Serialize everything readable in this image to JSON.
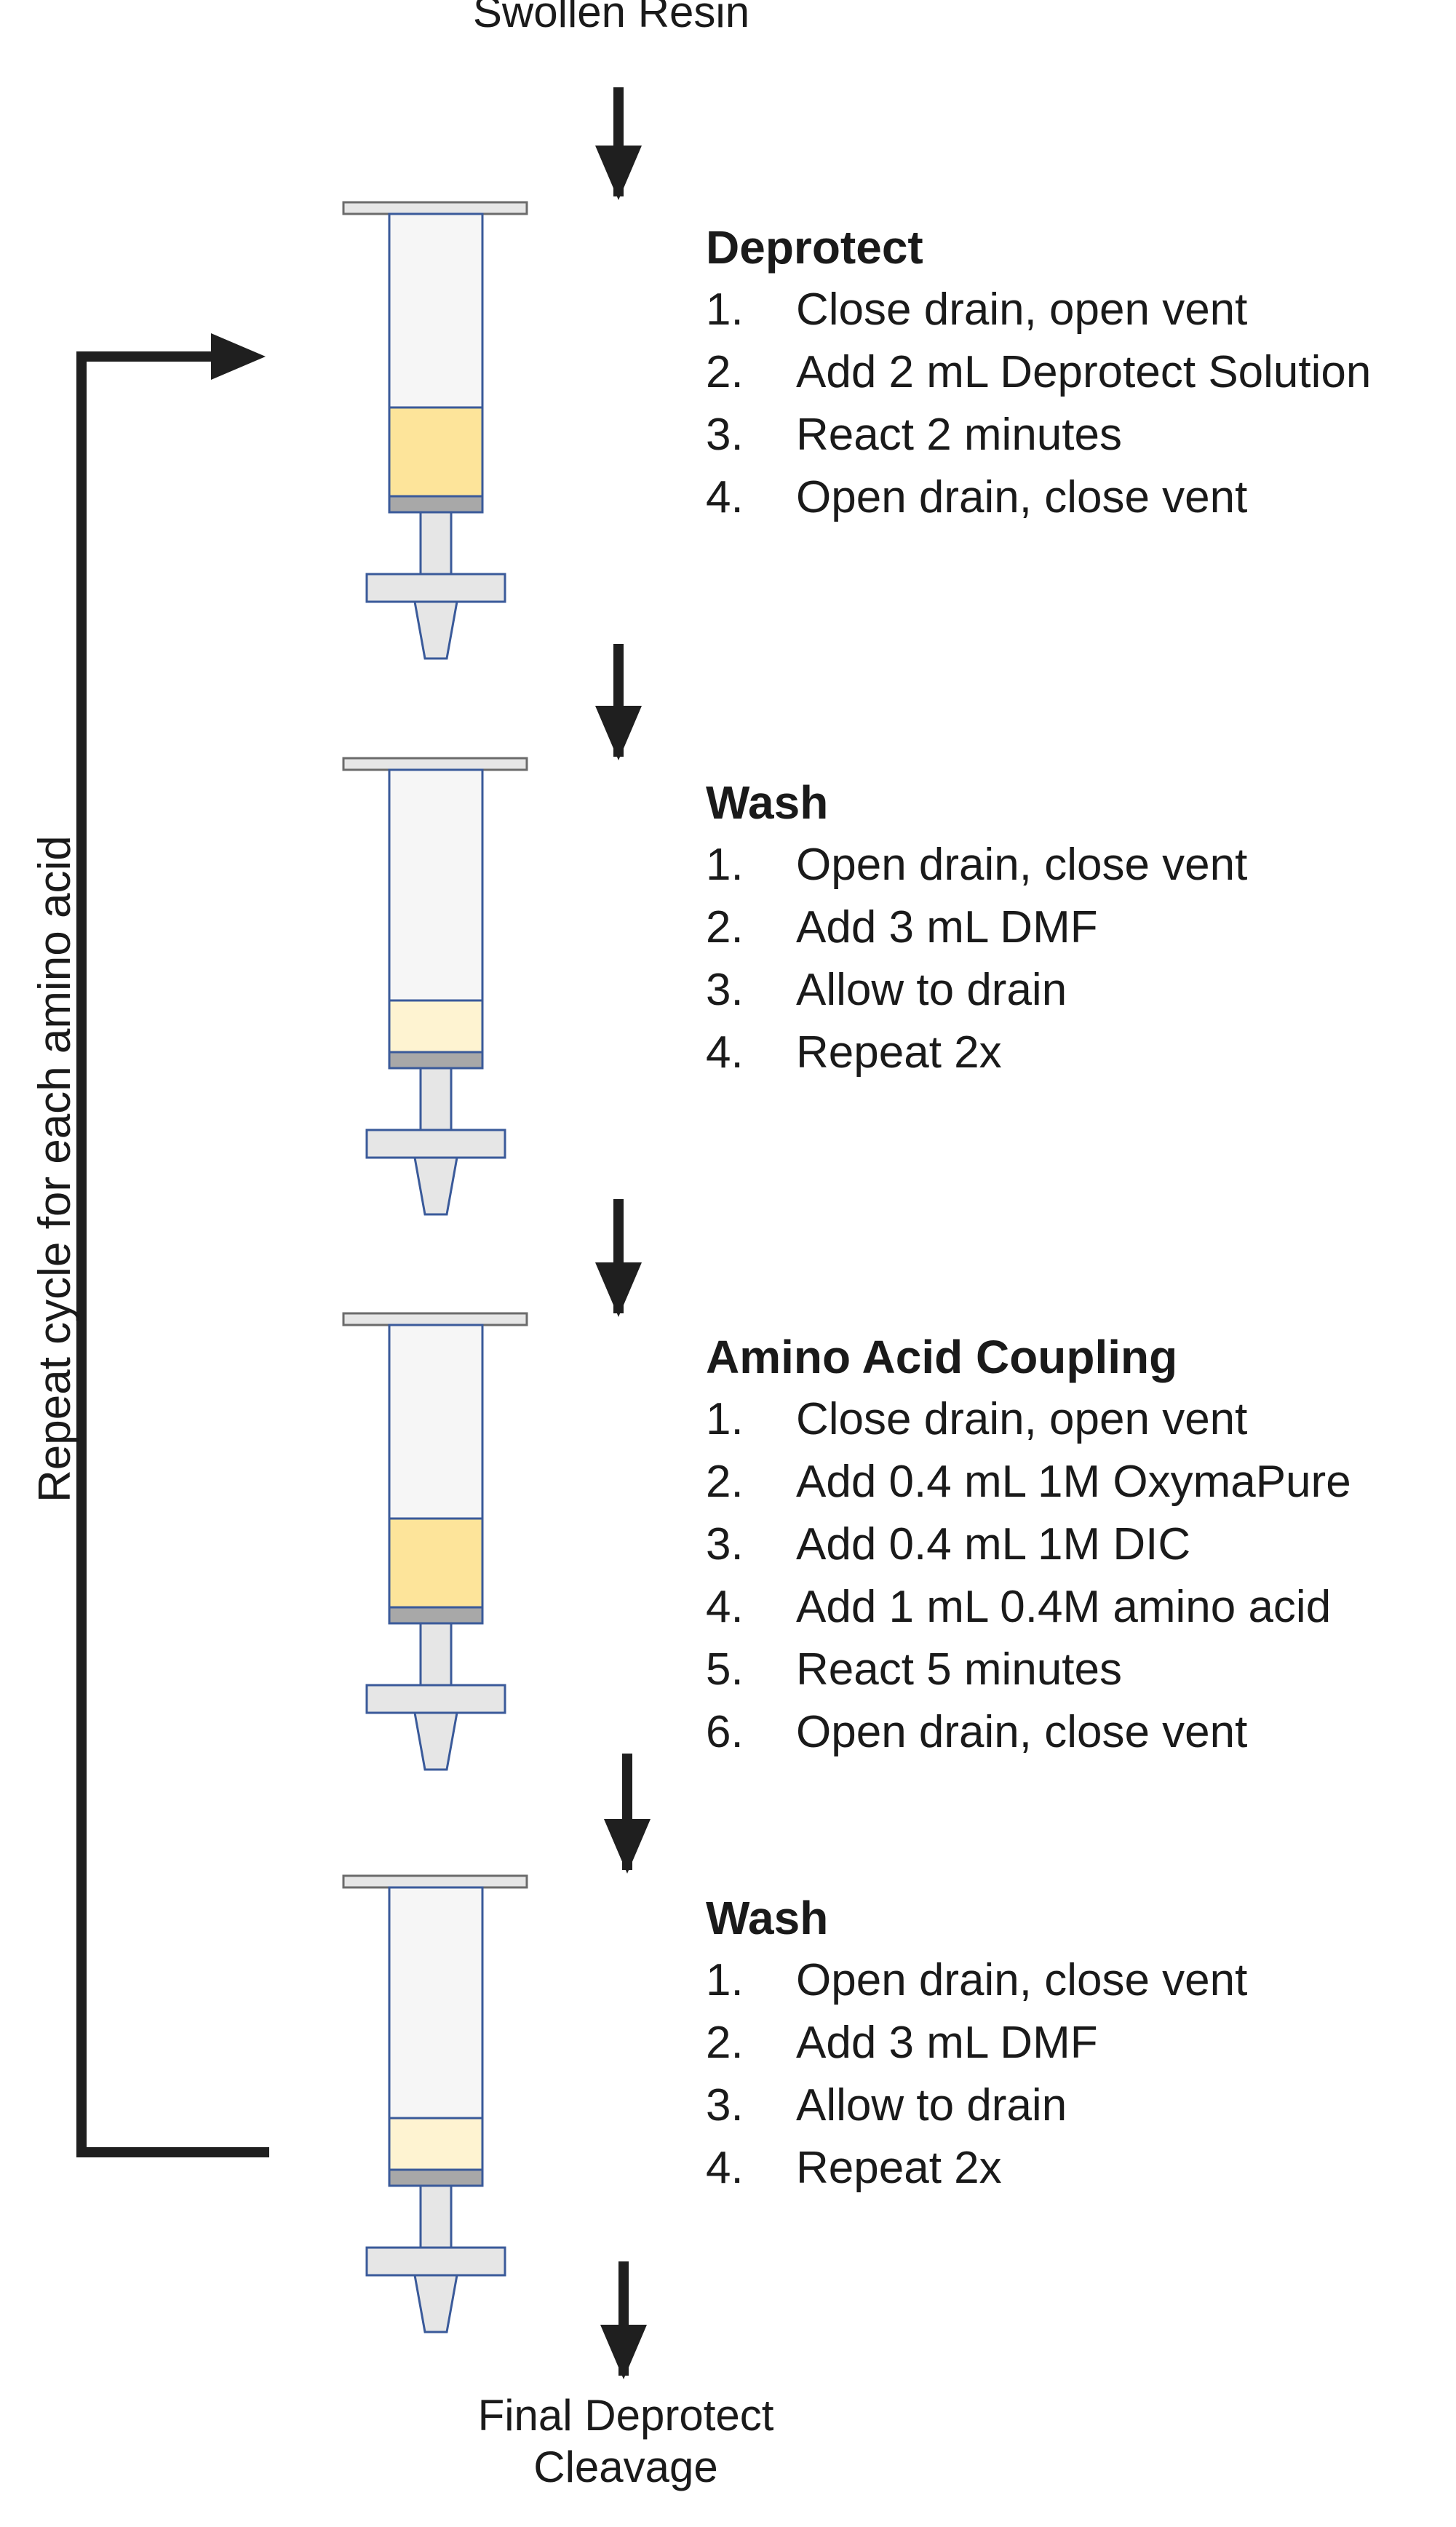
{
  "start_label": "Swollen Resin",
  "end_label_line1": "Final Deprotect",
  "end_label_line2": "Cleavage",
  "loop_label": "Repeat cycle for each amino acid",
  "colors": {
    "reagent_strong": "#fde49a",
    "reagent_light": "#fef3d1",
    "barrel": "#f6f6f6",
    "outline": "#3a5a9a",
    "frit": "#a8a8a8",
    "arrow": "#1f1f1f"
  },
  "steps": [
    {
      "title": "Deprotect",
      "fill": "strong",
      "items": [
        {
          "num": "1.",
          "text": "Close drain, open vent"
        },
        {
          "num": "2.",
          "text": "Add 2 mL Deprotect Solution"
        },
        {
          "num": "3.",
          "text": "React 2 minutes"
        },
        {
          "num": "4.",
          "text": "Open drain, close vent"
        }
      ]
    },
    {
      "title": "Wash",
      "fill": "light",
      "items": [
        {
          "num": "1.",
          "text": "Open drain, close vent"
        },
        {
          "num": "2.",
          "text": "Add 3 mL DMF"
        },
        {
          "num": "3.",
          "text": "Allow to drain"
        },
        {
          "num": "4.",
          "text": "Repeat  2x"
        }
      ]
    },
    {
      "title": "Amino Acid Coupling",
      "fill": "strong",
      "items": [
        {
          "num": "1.",
          "text": "Close drain, open vent"
        },
        {
          "num": "2.",
          "text": "Add 0.4 mL 1M OxymaPure"
        },
        {
          "num": "3.",
          "text": "Add 0.4 mL 1M DIC"
        },
        {
          "num": "4.",
          "text": "Add 1 mL 0.4M amino acid"
        },
        {
          "num": "5.",
          "text": "React 5 minutes"
        },
        {
          "num": "6.",
          "text": "Open drain, close vent"
        }
      ]
    },
    {
      "title": "Wash",
      "fill": "light",
      "items": [
        {
          "num": "1.",
          "text": "Open drain, close vent"
        },
        {
          "num": "2.",
          "text": "Add 3 mL DMF"
        },
        {
          "num": "3.",
          "text": "Allow to drain"
        },
        {
          "num": "4.",
          "text": "Repeat  2x"
        }
      ]
    }
  ]
}
